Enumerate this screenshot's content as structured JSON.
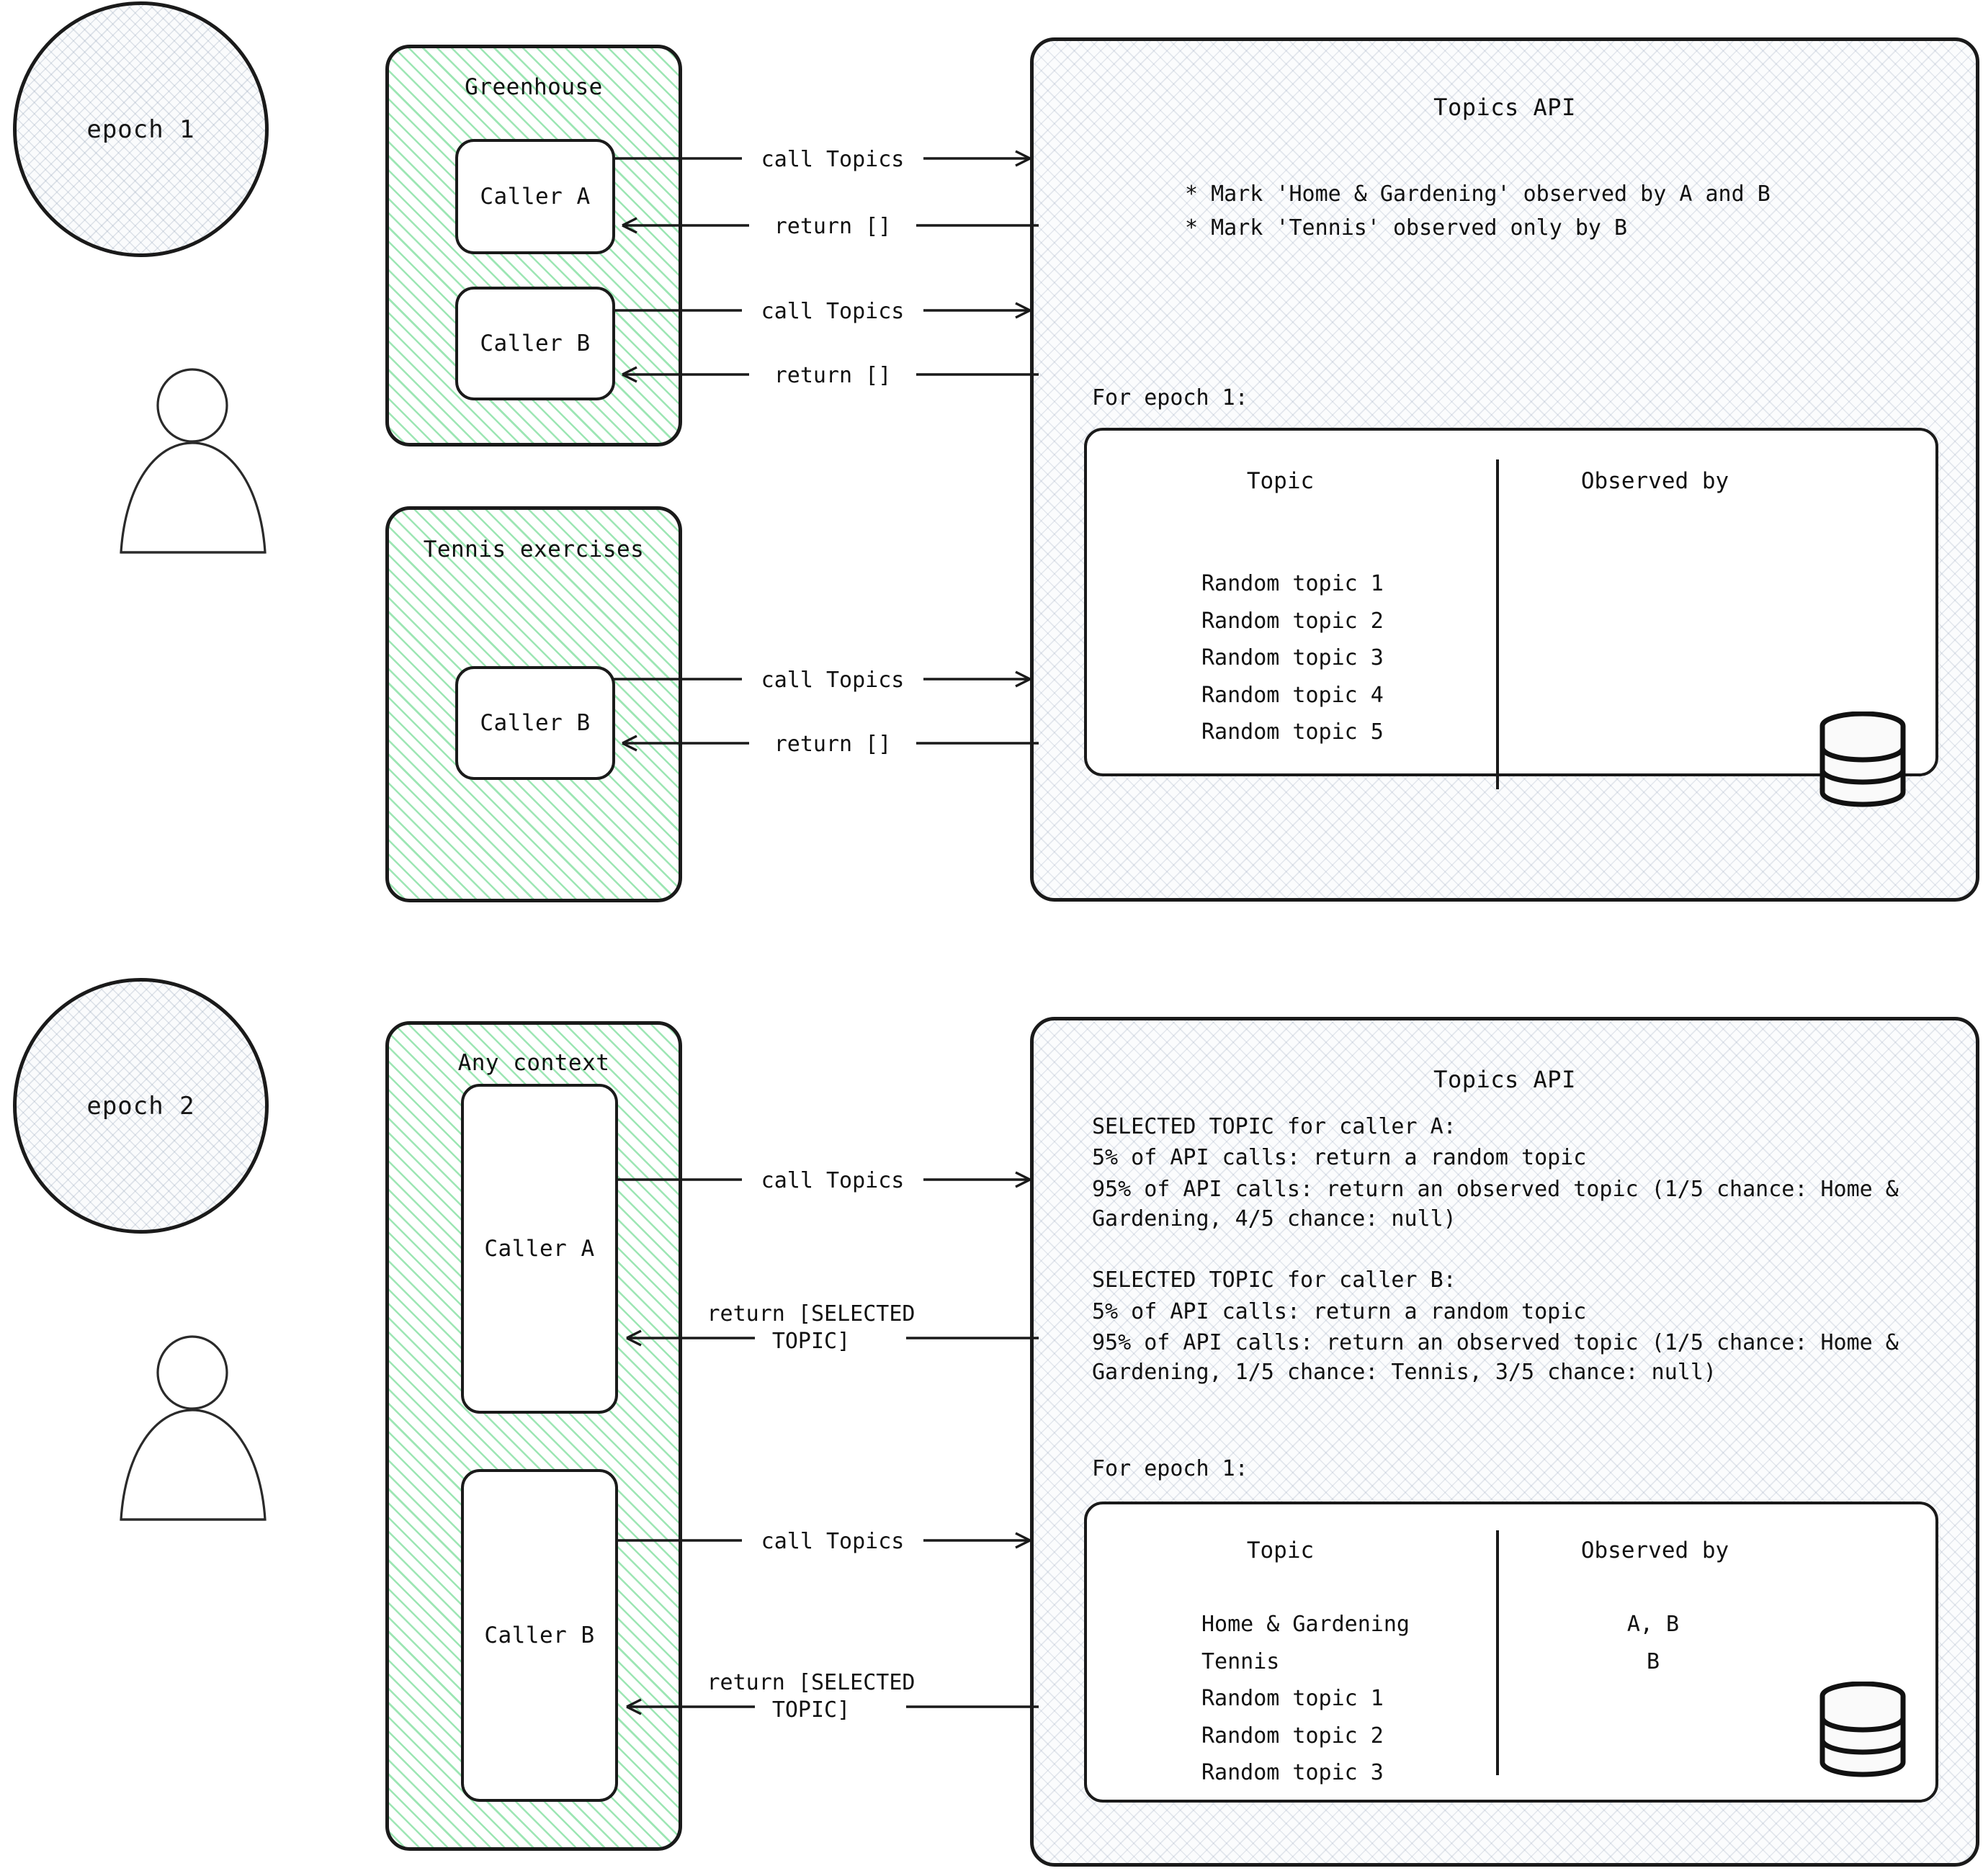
{
  "diagram": {
    "title_topics_api": "Topics API",
    "arrow_call": "call Topics",
    "arrow_return_empty": "return []",
    "arrow_return_selected": "return [SELECTED\nTOPIC]",
    "for_epoch_label": "For epoch 1:",
    "table_headers": {
      "topic": "Topic",
      "observed_by": "Observed by"
    },
    "colors": {
      "context_hatch_green": "#9de6b4",
      "stroke": "#1a1a1a",
      "api_fill": "#fbfcfd",
      "white": "#ffffff"
    },
    "icons": {
      "person": "person-icon",
      "database": "database-cylinder-icon"
    }
  },
  "epoch1": {
    "label": "epoch 1",
    "contexts": [
      {
        "name": "Greenhouse",
        "callers": [
          {
            "label": "Caller A",
            "call": "call Topics",
            "ret": "return []"
          },
          {
            "label": "Caller B",
            "call": "call Topics",
            "ret": "return []"
          }
        ]
      },
      {
        "name": "Tennis exercises",
        "callers": [
          {
            "label": "Caller B",
            "call": "call Topics",
            "ret": "return []"
          }
        ]
      }
    ],
    "api": {
      "title": "Topics API",
      "bullets": [
        "* Mark 'Home & Gardening' observed by A and B",
        "* Mark 'Tennis' observed only by B"
      ],
      "epoch_label": "For epoch 1:",
      "table": {
        "headers": [
          "Topic",
          "Observed by"
        ],
        "rows": [
          {
            "topic": "Random topic 1",
            "observed_by": ""
          },
          {
            "topic": "Random topic 2",
            "observed_by": ""
          },
          {
            "topic": "Random topic 3",
            "observed_by": ""
          },
          {
            "topic": "Random topic 4",
            "observed_by": ""
          },
          {
            "topic": "Random topic 5",
            "observed_by": ""
          }
        ],
        "topics_block": "Random topic 1\nRandom topic 2\nRandom topic 3\nRandom topic 4\nRandom topic 5",
        "observed_block": ""
      }
    }
  },
  "epoch2": {
    "label": "epoch 2",
    "context": {
      "name": "Any context",
      "callers": [
        {
          "label": "Caller A",
          "call": "call Topics",
          "ret": "return [SELECTED\nTOPIC]"
        },
        {
          "label": "Caller B",
          "call": "call Topics",
          "ret": "return [SELECTED\nTOPIC]"
        }
      ]
    },
    "api": {
      "title": "Topics API",
      "caller_a_heading": "SELECTED TOPIC for caller A:",
      "caller_a_rule1": "5% of API calls: return a random topic",
      "caller_a_rule2": "95% of API calls: return an observed topic (1/5 chance: Home & Gardening, 4/5 chance: null)",
      "caller_b_heading": "SELECTED TOPIC for caller B:",
      "caller_b_rule1": "5% of API calls: return a random topic",
      "caller_b_rule2": "95% of API calls: return an observed topic (1/5 chance: Home & Gardening, 1/5 chance: Tennis,  3/5 chance: null)",
      "epoch_label": "For epoch 1:",
      "table": {
        "headers": [
          "Topic",
          "Observed by"
        ],
        "rows": [
          {
            "topic": "Home & Gardening",
            "observed_by": "A, B"
          },
          {
            "topic": "Tennis",
            "observed_by": "B"
          },
          {
            "topic": "Random topic 1",
            "observed_by": ""
          },
          {
            "topic": "Random topic 2",
            "observed_by": ""
          },
          {
            "topic": "Random topic 3",
            "observed_by": ""
          }
        ],
        "topics_block": "Home & Gardening\nTennis\nRandom topic 1\nRandom topic 2\nRandom topic 3",
        "observed_block": "A, B\nB"
      }
    }
  }
}
